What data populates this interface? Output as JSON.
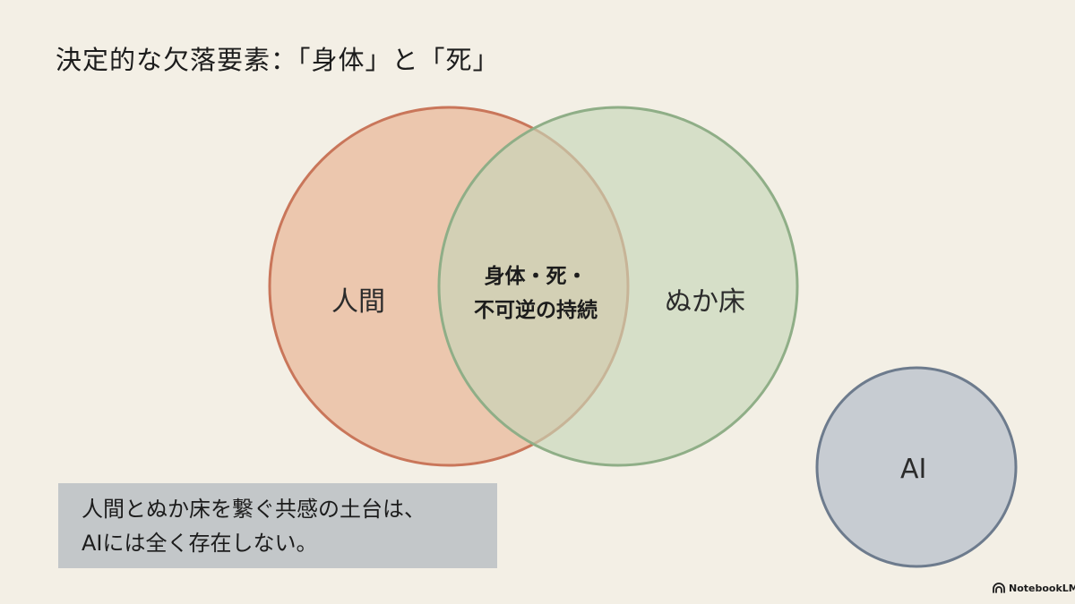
{
  "title": "決定的な欠落要素：「身体」と「死」",
  "venn": {
    "sets": [
      {
        "label": "人間",
        "color": "#e9b99b",
        "stroke": "#c9765a"
      },
      {
        "label": "ぬか床",
        "color": "#c6d6b8",
        "stroke": "#8fae87"
      },
      {
        "label": "AI",
        "color": "#c7ccd2",
        "stroke": "#6d7b8d"
      }
    ],
    "intersection": {
      "sets": [
        "人間",
        "ぬか床"
      ],
      "lines": [
        "身体・死・",
        "不可逆の持続"
      ]
    }
  },
  "callout": {
    "lines": [
      "人間とぬか床を繋ぐ共感の土台は、",
      "AIには全く存在しない。"
    ]
  },
  "brand": "NotebookLM"
}
